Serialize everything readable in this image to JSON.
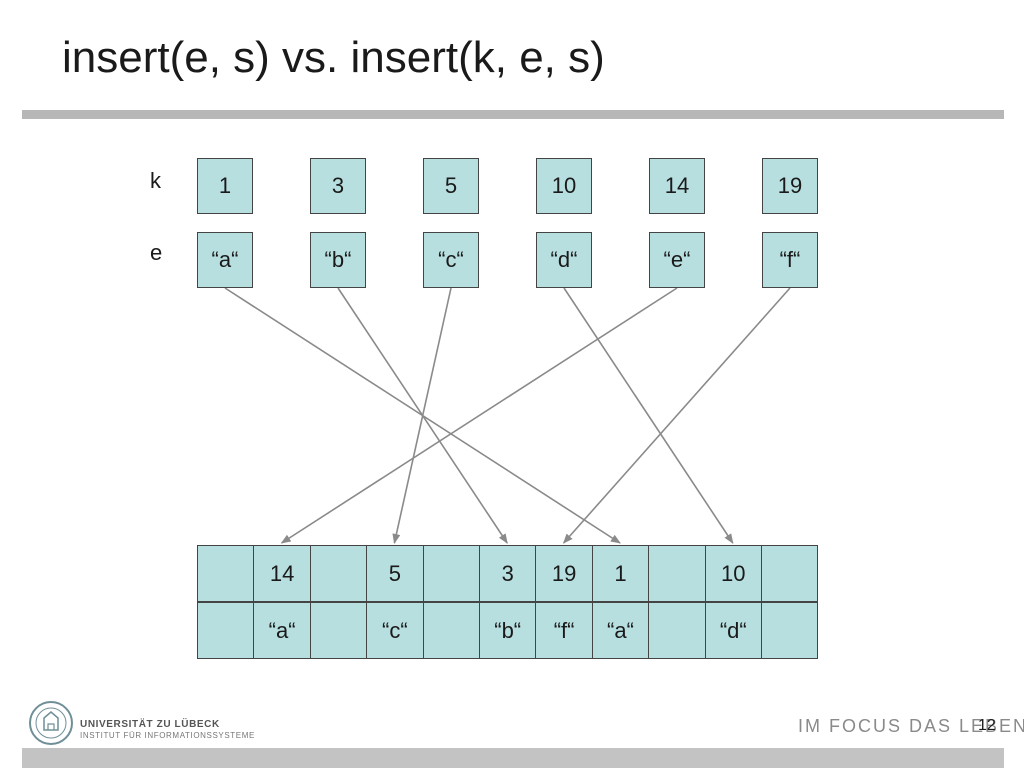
{
  "slide": {
    "title": "insert(e, s) vs. insert(k, e, s)",
    "row_label_k": "k",
    "row_label_e": "e",
    "page_number": "12"
  },
  "top_keys": [
    "1",
    "3",
    "5",
    "10",
    "14",
    "19"
  ],
  "top_values": [
    "“a“",
    "“b“",
    "“c“",
    "“d“",
    "“e“",
    "“f“"
  ],
  "bottom_keys": [
    "",
    "14",
    "",
    "5",
    "",
    "3",
    "19",
    "1",
    "",
    "10",
    ""
  ],
  "bottom_values": [
    "",
    "“a“",
    "",
    "“c“",
    "",
    "“b“",
    "“f“",
    "“a“",
    "",
    "“d“",
    ""
  ],
  "arrows": [
    {
      "from": 0,
      "to": 7
    },
    {
      "from": 1,
      "to": 5
    },
    {
      "from": 2,
      "to": 3
    },
    {
      "from": 3,
      "to": 9
    },
    {
      "from": 4,
      "to": 1
    },
    {
      "from": 5,
      "to": 6
    }
  ],
  "footer": {
    "university": "UNIVERSITÄT ZU LÜBECK",
    "institute": "INSTITUT FÜR INFORMATIONSSYSTEME",
    "slogan": "IM FOCUS DAS LEBEN"
  },
  "colors": {
    "cell_fill": "#b8dfe0",
    "cell_border": "#444444",
    "arrow": "#8a8a8a"
  }
}
